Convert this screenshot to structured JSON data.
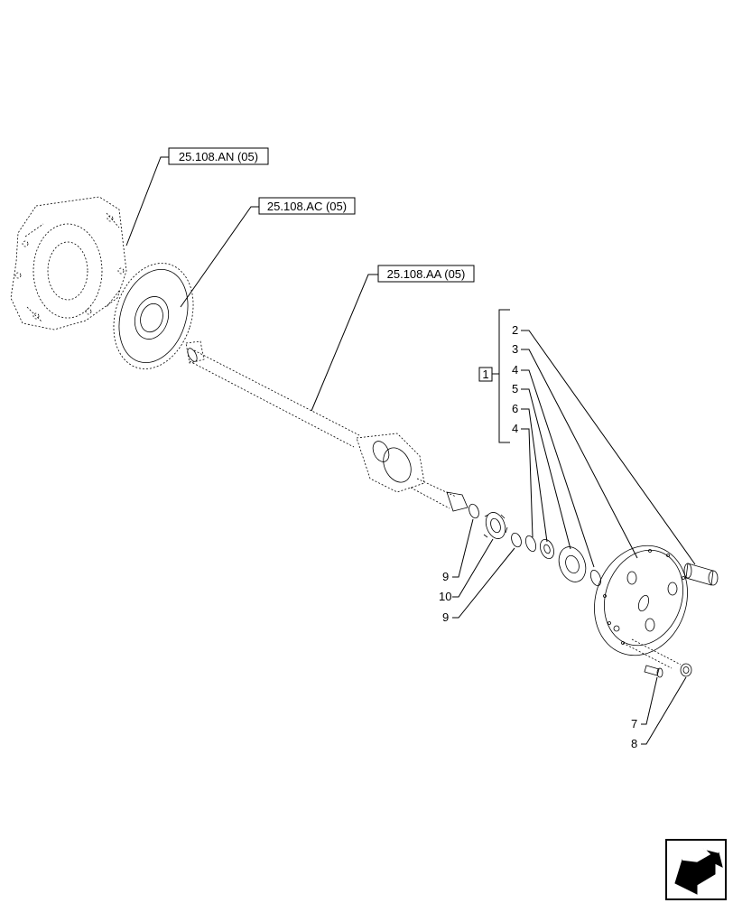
{
  "references": {
    "an": "25.108.AN (05)",
    "ac": "25.108.AC (05)",
    "aa": "25.108.AA (05)"
  },
  "group_box": "1",
  "callouts": {
    "c2": "2",
    "c3": "3",
    "c4a": "4",
    "c5": "5",
    "c6": "6",
    "c4b": "4",
    "c9a": "9",
    "c10": "10",
    "c9b": "9",
    "c7": "7",
    "c8": "8"
  },
  "nav_icon": "next-page-arrow-icon"
}
